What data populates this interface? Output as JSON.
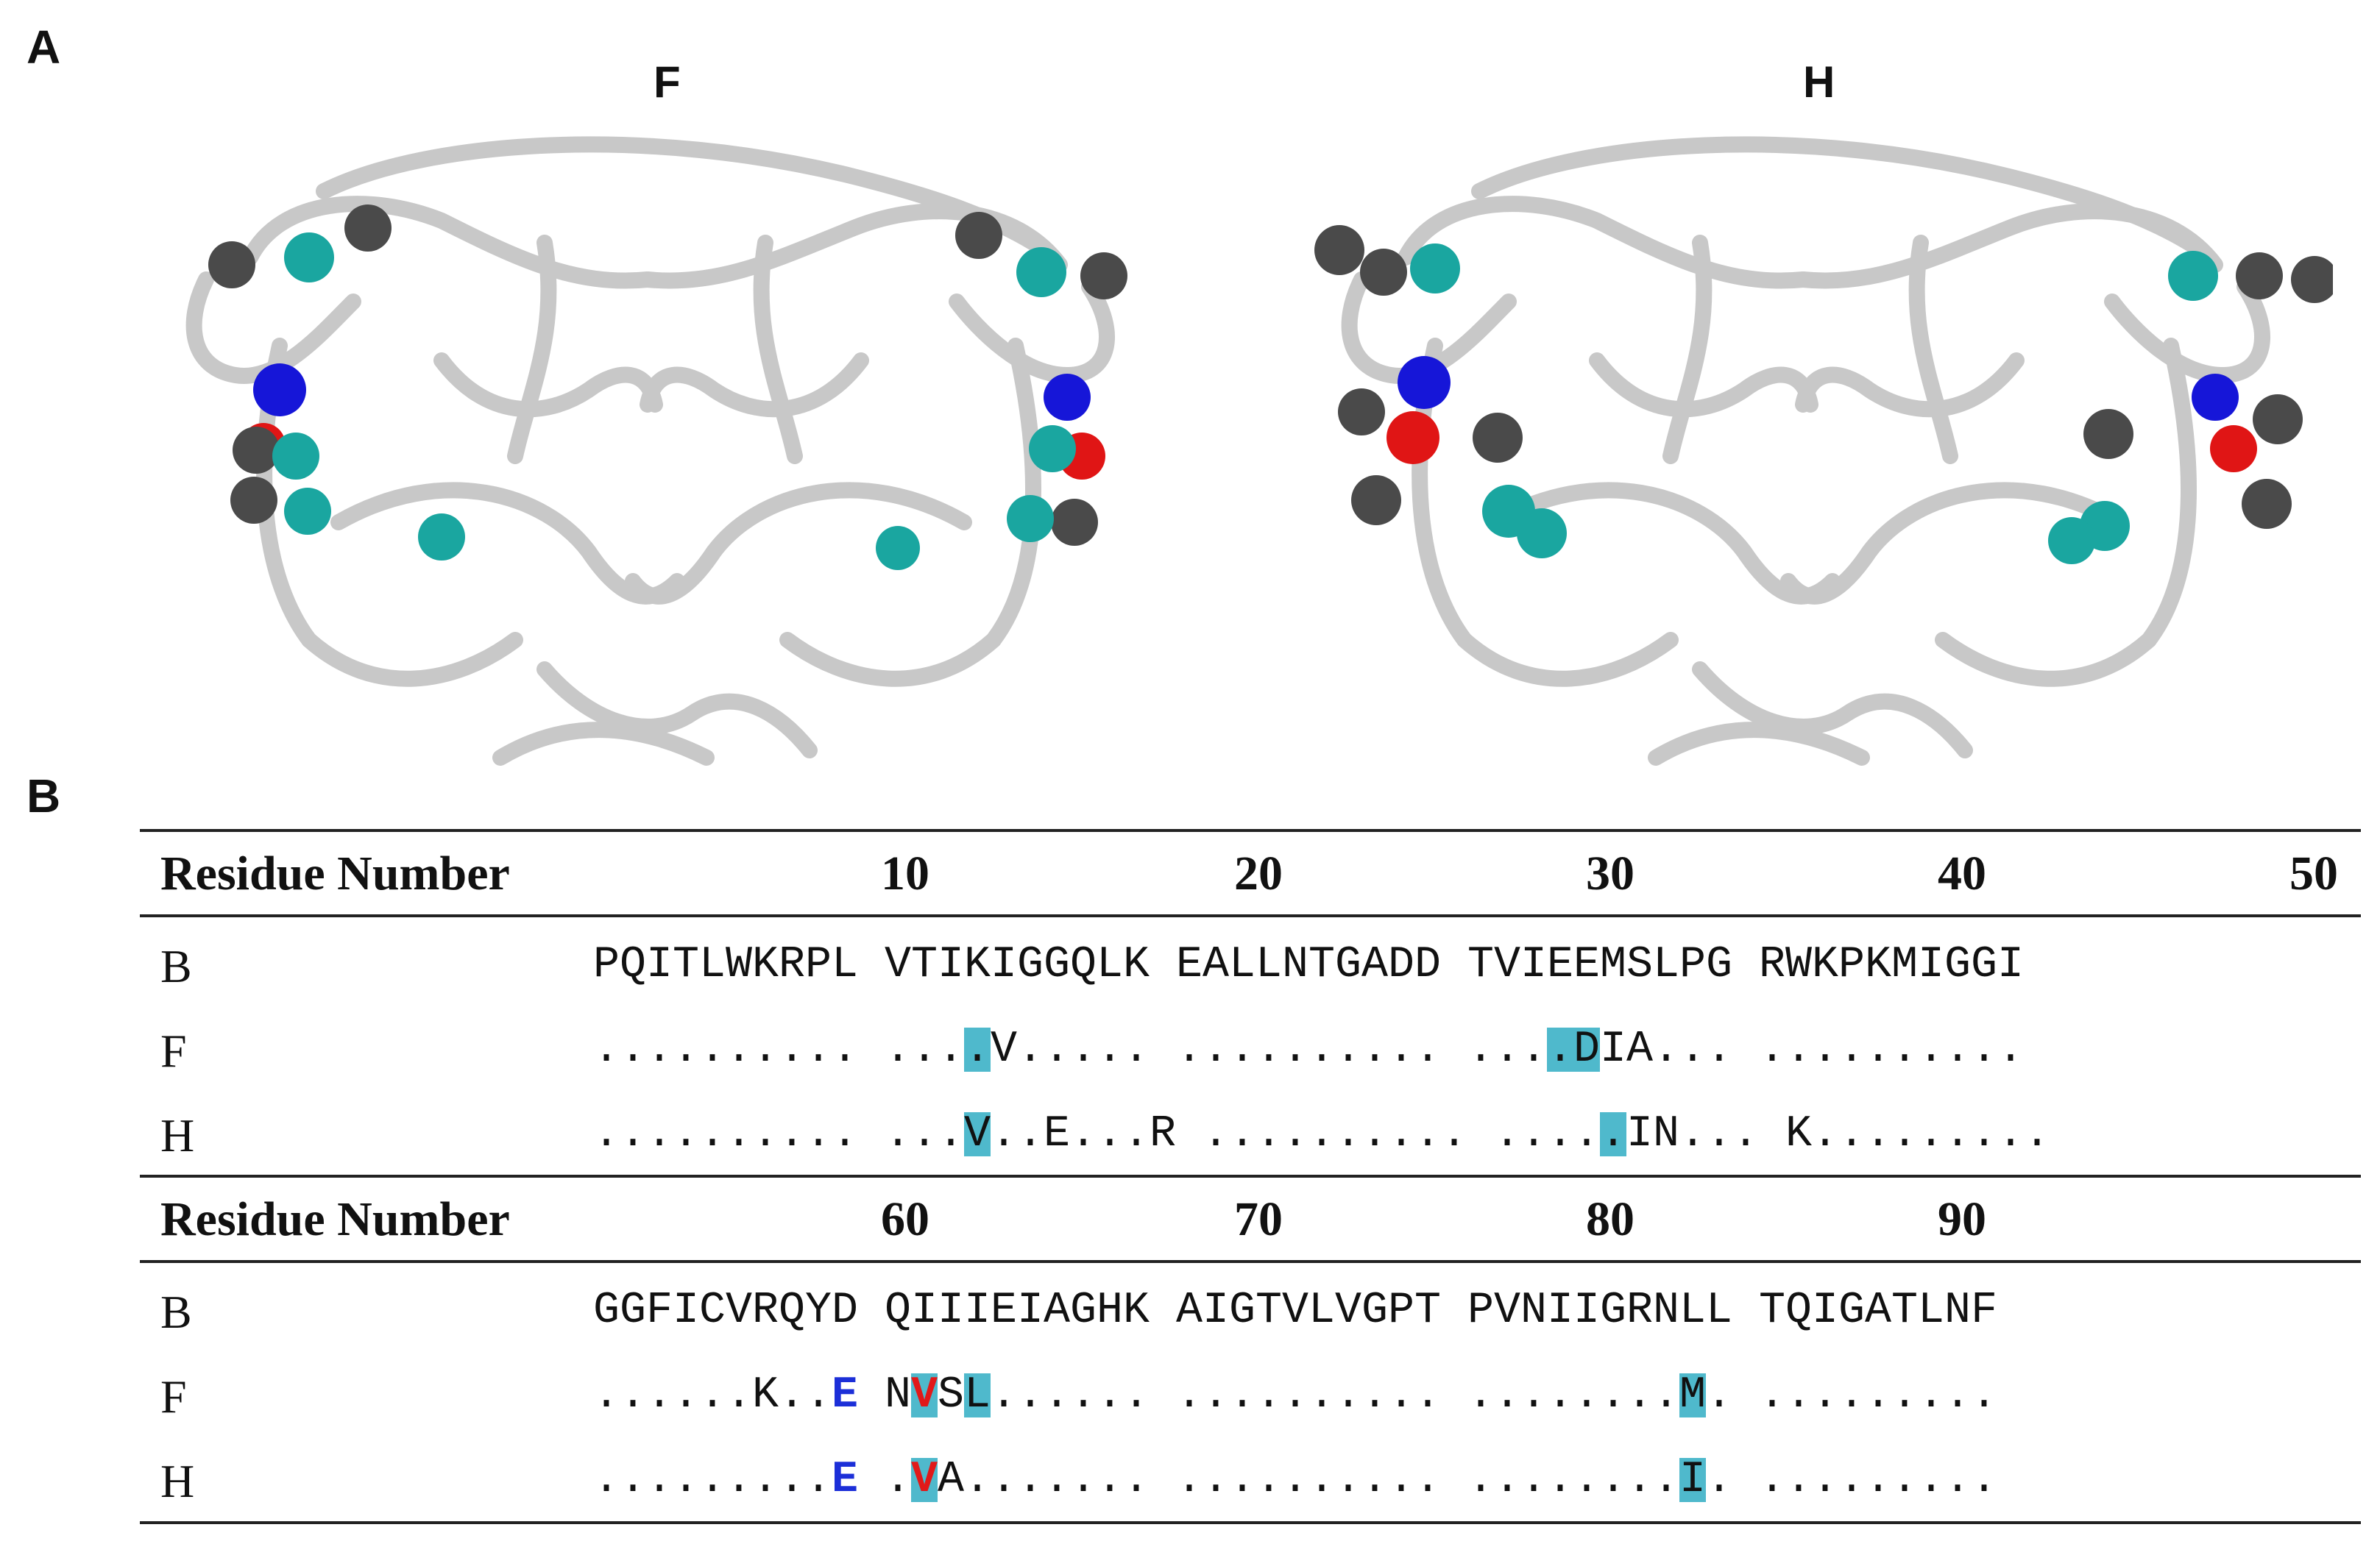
{
  "panel_a_label": "A",
  "panel_b_label": "B",
  "structures": {
    "left_title": "F",
    "right_title": "H",
    "sphere_colors": {
      "gray": "#4a4a4a",
      "teal": "#1aa6a0",
      "blue": "#1616d8",
      "red": "#e01515",
      "ribbon": "#c9c9c9"
    }
  },
  "table": {
    "header_label": "Residue Number",
    "block1_numbers": [
      "10",
      "20",
      "30",
      "40",
      "50"
    ],
    "block2_numbers": [
      "60",
      "70",
      "80",
      "90"
    ],
    "row_labels": [
      "B",
      "F",
      "H"
    ],
    "block1": {
      "B": "PQITLWKRPL VTIKIGGQLK EALLNTGADD TVIEEMSLPG RWKPKMIGGI",
      "F": ".......... ....V..... .......... ....DIA... ..........",
      "H": ".......... ...V..E...R .......... .....IN... K........."
    },
    "block2": {
      "B": "GGFICVRQYD QIIIEIAGHK AIGTVLVGPT PVNIIGRNLL TQIGATLNF",
      "F": "......K..E NVSL...... .......... ........M. .........",
      "H": ".........E .VA....... .......... ........I. ........."
    },
    "highlight_color": "#4fb9cc",
    "mark_colors": {
      "red": "#e11919",
      "blue": "#1c2fd8"
    }
  }
}
